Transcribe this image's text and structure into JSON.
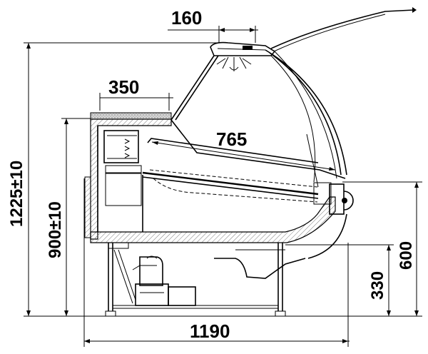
{
  "dimensions": {
    "top_lamp_width": "160",
    "top_shelf_depth": "350",
    "shelf_length": "765",
    "total_width": "1190",
    "total_height": "1225±10",
    "counter_height": "900±10",
    "base_height": "330",
    "front_height": "600"
  },
  "colors": {
    "line": "#000000",
    "hatch": "#7a7a7a",
    "stone": "#b5b5b5",
    "background": "#ffffff"
  }
}
